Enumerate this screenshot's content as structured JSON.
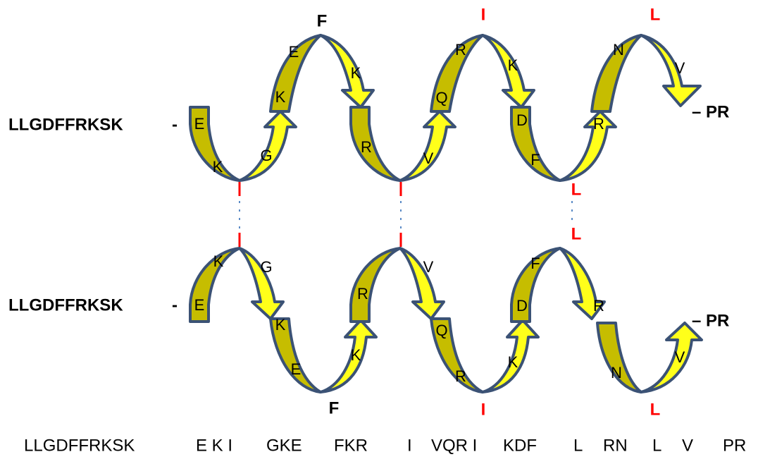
{
  "prefix": "LLGDFFRKSK",
  "dash": "-",
  "suffix": "– PR",
  "strand_top": {
    "residues": [
      "E",
      "K",
      "G",
      "K",
      "E",
      "F",
      "K",
      "R",
      "V",
      "Q",
      "R",
      "I",
      "K",
      "D",
      "F",
      "R",
      "N",
      "L",
      "V"
    ],
    "contact_marks": [
      "I",
      "I",
      "L"
    ]
  },
  "strand_bottom": {
    "residues": [
      "E",
      "K",
      "G",
      "K",
      "E",
      "F",
      "K",
      "R",
      "V",
      "Q",
      "R",
      "I",
      "K",
      "D",
      "F",
      "R",
      "N",
      "L",
      "V"
    ],
    "contact_marks": [
      "I",
      "I",
      "L"
    ]
  },
  "sequence_line": [
    "LLGDFFRKSK",
    "E K I",
    "GKE",
    "FKR",
    "I",
    "VQR I",
    "KDF",
    "L",
    "RN",
    "L",
    "V",
    "PR"
  ],
  "colors": {
    "dark": "#c6bd00",
    "light": "#ffff1a",
    "outline": "#3b5275",
    "mark": "#ff0000"
  }
}
